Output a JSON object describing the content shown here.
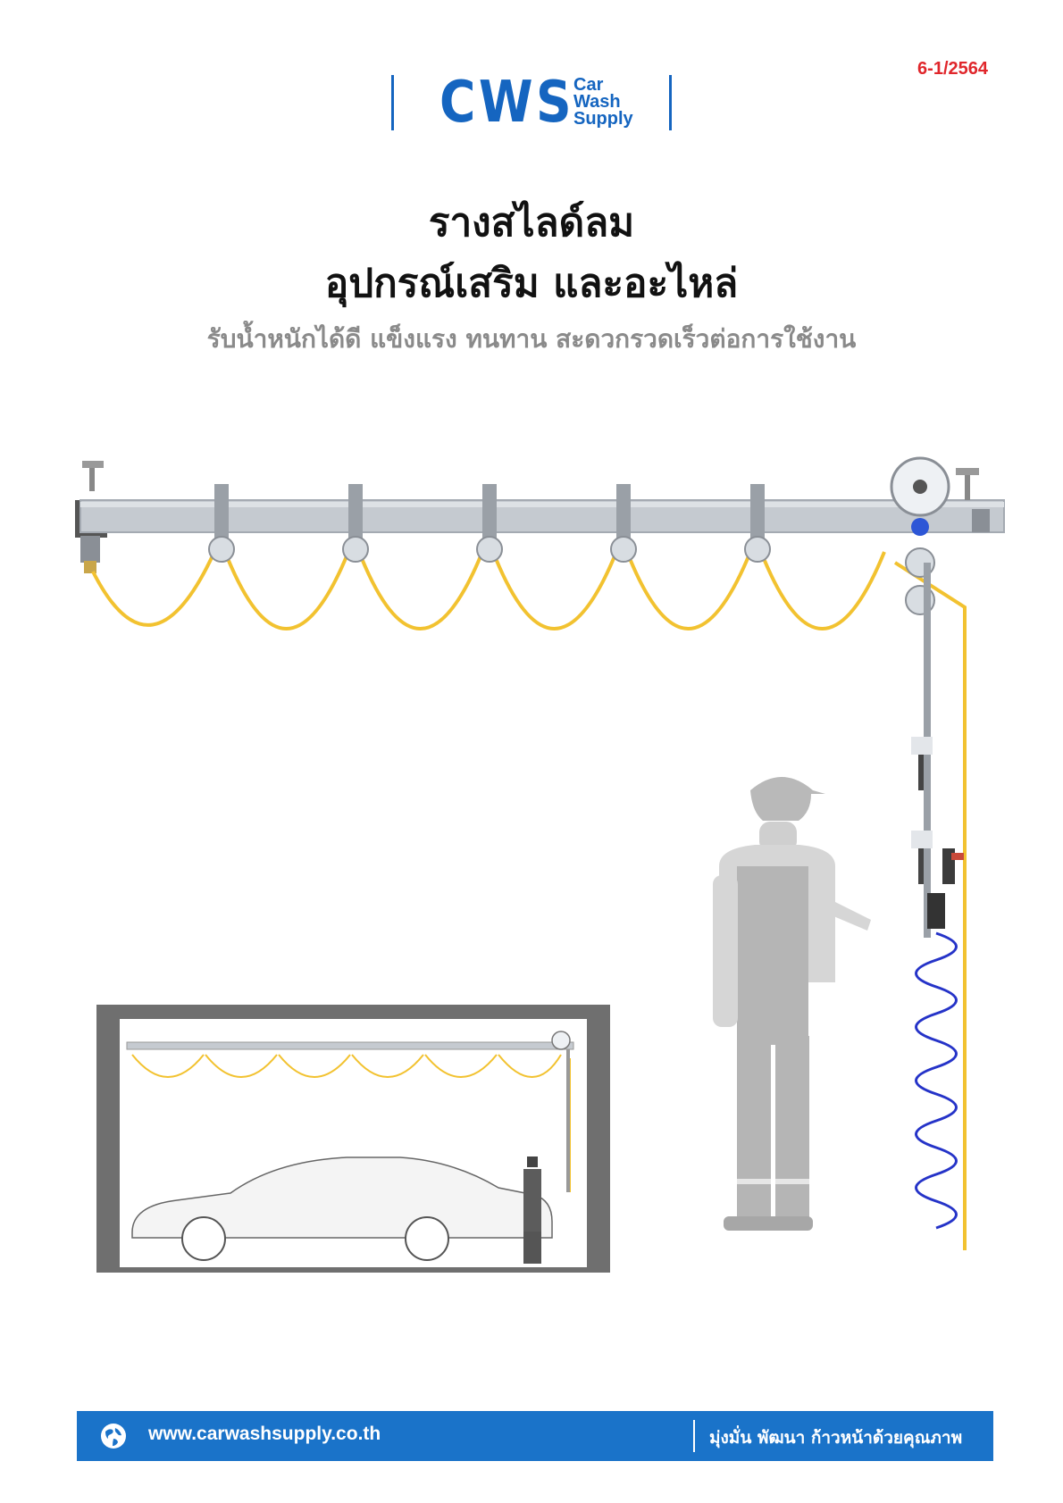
{
  "document": {
    "code": "6-1/2564"
  },
  "logo": {
    "mark": "CWS",
    "sub_line1": "Car",
    "sub_line2": "Wash",
    "sub_line3": "Supply"
  },
  "heading": {
    "line1": "รางสไลด์ลม",
    "line2": "อุปกรณ์เสริม และอะไหล่",
    "subtitle": "รับน้ำหนักได้ดี แข็งแรง ทนทาน สะดวกรวดเร็วต่อการใช้งาน"
  },
  "colors": {
    "brand_blue": "#1565c0",
    "footer_blue": "#1a73c9",
    "code_red": "#e0262b",
    "hose_yellow": "#f2c230",
    "coil_blue": "#2533c8",
    "rail_gray": "#c5cad0"
  },
  "footer": {
    "icon": "globe-icon",
    "url": "www.carwashsupply.co.th",
    "slogan": "มุ่งมั่น พัฒนา ก้าวหน้าด้วยคุณภาพ"
  }
}
